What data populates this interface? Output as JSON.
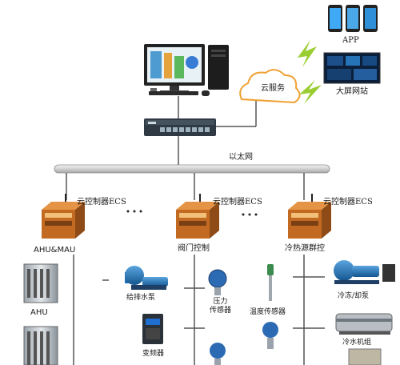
{
  "cloud": {
    "label": "云服务"
  },
  "app": {
    "label": "APP"
  },
  "dashboard": {
    "label": "大屏网站"
  },
  "network": {
    "label": "以太网"
  },
  "controllers": [
    {
      "label": "云控制器ECS"
    },
    {
      "label": "云控制器ECS"
    },
    {
      "label": "云控制器ECS"
    }
  ],
  "groups": [
    {
      "label": "AHU&MAU"
    },
    {
      "label": "阀门控制"
    },
    {
      "label": "冷热源群控"
    }
  ],
  "devices": {
    "ahu_top": "AHU",
    "pump": "给排水泵",
    "pressure": "压力\n传感器",
    "inverter": "变频器",
    "temp": "温度传感器",
    "chill_pump": "冷冻/却泵",
    "chiller": "冷水机组"
  },
  "colors": {
    "signal": "#9acd32",
    "line": "#555555",
    "orange": "#d9722b",
    "blue": "#1d6fb8"
  }
}
